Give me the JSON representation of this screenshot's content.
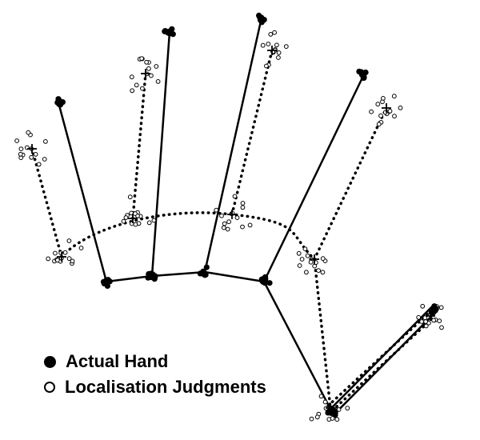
{
  "legend": {
    "actual_label": "Actual Hand",
    "judgment_label": "Localisation Judgments"
  },
  "colors": {
    "ink": "#000000",
    "background": "#ffffff"
  },
  "hand_diagram": {
    "actual": {
      "knuckles": [
        [
          133,
          352
        ],
        [
          190,
          345
        ],
        [
          256,
          340
        ],
        [
          330,
          352
        ]
      ],
      "wrist": [
        415,
        515
      ],
      "thumb_tip": [
        542,
        387
      ],
      "finger_tips": [
        [
          73,
          128
        ],
        [
          212,
          40
        ],
        [
          327,
          22
        ],
        [
          455,
          93
        ]
      ]
    },
    "judged": {
      "knuckles": [
        [
          77,
          321
        ],
        [
          166,
          273
        ],
        [
          290,
          268
        ],
        [
          393,
          324
        ]
      ],
      "wrist": [
        413,
        510
      ],
      "thumb_tip": [
        538,
        395
      ],
      "finger_tips": [
        [
          40,
          186
        ],
        [
          182,
          92
        ],
        [
          340,
          63
        ],
        [
          483,
          135
        ]
      ]
    }
  }
}
